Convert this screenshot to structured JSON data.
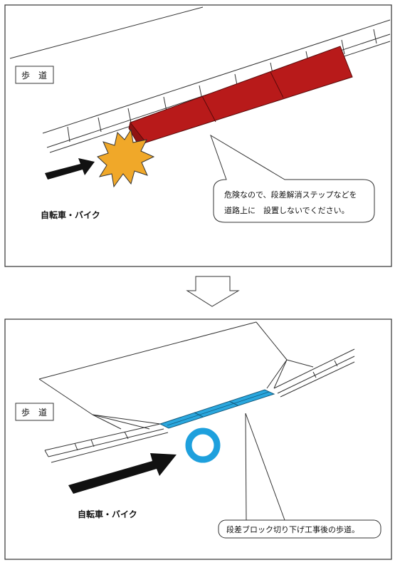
{
  "top_panel": {
    "sidewalk_label": "歩　道",
    "vehicle_label": "自転車・バイク",
    "callout_line1": "危険なので、段差解消ステップなどを",
    "callout_line2": "道路上に　設置しないでください。",
    "step_color": "#b81a1a",
    "impact_color": "#f0a829"
  },
  "bottom_panel": {
    "sidewalk_label": "歩　道",
    "vehicle_label": "自転車・バイク",
    "callout": "段差ブロック切り下げ工事後の歩道。",
    "block_color": "#2aa7de",
    "ring_color": "#1ea0dd"
  }
}
